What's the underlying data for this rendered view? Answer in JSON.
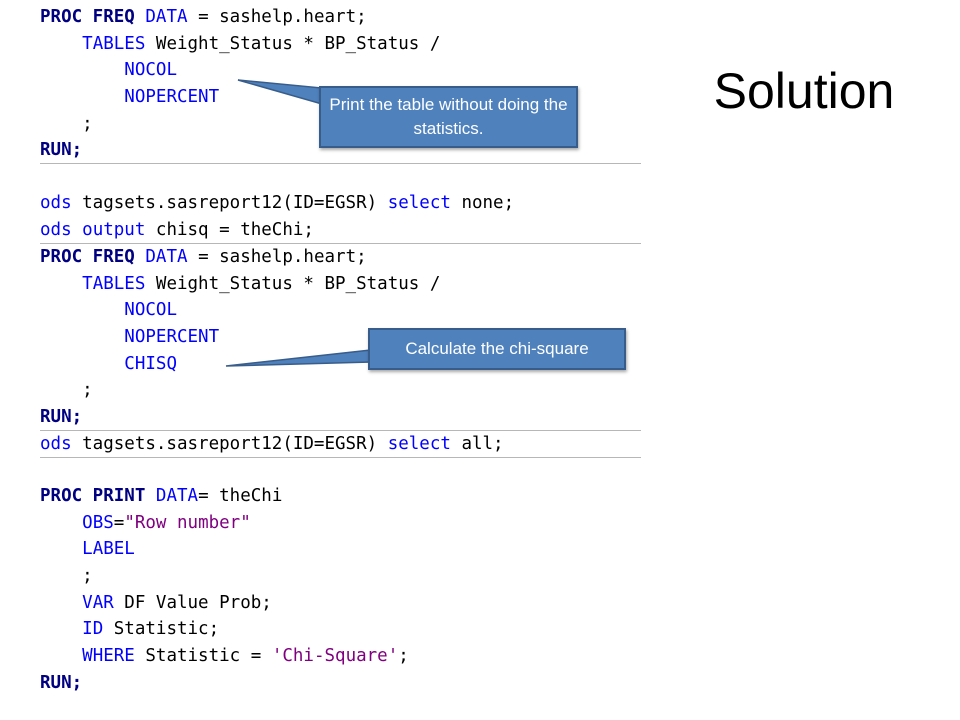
{
  "slide": {
    "title": "Solution"
  },
  "callouts": {
    "first": "Print the table without doing the statistics.",
    "second": "Calculate the chi-square"
  },
  "code_blocks": [
    {
      "id": "block1",
      "lines": [
        [
          {
            "t": "PROC FREQ",
            "c": "kw"
          },
          {
            "t": " ",
            "c": "pl"
          },
          {
            "t": "DATA",
            "c": "bl"
          },
          {
            "t": " = sashelp.heart;",
            "c": "pl"
          }
        ],
        [
          {
            "t": "    ",
            "c": "pl"
          },
          {
            "t": "TABLES",
            "c": "bl"
          },
          {
            "t": " Weight_Status * BP_Status /",
            "c": "pl"
          }
        ],
        [
          {
            "t": "        ",
            "c": "pl"
          },
          {
            "t": "NOCOL",
            "c": "bl"
          }
        ],
        [
          {
            "t": "        ",
            "c": "pl"
          },
          {
            "t": "NOPERCENT",
            "c": "bl"
          }
        ],
        [
          {
            "t": "    ;",
            "c": "pl"
          }
        ],
        [
          {
            "t": "RUN;",
            "c": "kw"
          }
        ]
      ]
    },
    {
      "id": "block2",
      "lines": [
        [
          {
            "t": "ods",
            "c": "bl"
          },
          {
            "t": " tagsets.sasreport12(ID=EGSR) ",
            "c": "pl"
          },
          {
            "t": "select",
            "c": "bl"
          },
          {
            "t": " none;",
            "c": "pl"
          }
        ],
        [
          {
            "t": "ods",
            "c": "bl"
          },
          {
            "t": " ",
            "c": "pl"
          },
          {
            "t": "output",
            "c": "bl"
          },
          {
            "t": " chisq = theChi;",
            "c": "pl"
          }
        ]
      ]
    },
    {
      "id": "block3",
      "lines": [
        [
          {
            "t": "PROC FREQ",
            "c": "kw"
          },
          {
            "t": " ",
            "c": "pl"
          },
          {
            "t": "DATA",
            "c": "bl"
          },
          {
            "t": " = sashelp.heart;",
            "c": "pl"
          }
        ],
        [
          {
            "t": "    ",
            "c": "pl"
          },
          {
            "t": "TABLES",
            "c": "bl"
          },
          {
            "t": " Weight_Status * BP_Status /",
            "c": "pl"
          }
        ],
        [
          {
            "t": "        ",
            "c": "pl"
          },
          {
            "t": "NOCOL",
            "c": "bl"
          }
        ],
        [
          {
            "t": "        ",
            "c": "pl"
          },
          {
            "t": "NOPERCENT",
            "c": "bl"
          }
        ],
        [
          {
            "t": "        ",
            "c": "pl"
          },
          {
            "t": "CHISQ",
            "c": "bl"
          }
        ],
        [
          {
            "t": "    ;",
            "c": "pl"
          }
        ],
        [
          {
            "t": "RUN;",
            "c": "kw"
          }
        ]
      ]
    },
    {
      "id": "block4",
      "lines": [
        [
          {
            "t": "ods",
            "c": "bl"
          },
          {
            "t": " tagsets.sasreport12(ID=EGSR) ",
            "c": "pl"
          },
          {
            "t": "select",
            "c": "bl"
          },
          {
            "t": " all;",
            "c": "pl"
          }
        ]
      ]
    },
    {
      "id": "block5",
      "lines": [
        [
          {
            "t": "PROC PRINT",
            "c": "kw"
          },
          {
            "t": " ",
            "c": "pl"
          },
          {
            "t": "DATA",
            "c": "bl"
          },
          {
            "t": "= theChi",
            "c": "pl"
          }
        ],
        [
          {
            "t": "    ",
            "c": "pl"
          },
          {
            "t": "OBS",
            "c": "bl"
          },
          {
            "t": "=",
            "c": "pl"
          },
          {
            "t": "\"Row number\"",
            "c": "st"
          }
        ],
        [
          {
            "t": "    ",
            "c": "pl"
          },
          {
            "t": "LABEL",
            "c": "bl"
          }
        ],
        [
          {
            "t": "    ;",
            "c": "pl"
          }
        ],
        [
          {
            "t": "    ",
            "c": "pl"
          },
          {
            "t": "VAR",
            "c": "bl"
          },
          {
            "t": " DF Value Prob;",
            "c": "pl"
          }
        ],
        [
          {
            "t": "    ",
            "c": "pl"
          },
          {
            "t": "ID",
            "c": "bl"
          },
          {
            "t": " Statistic;",
            "c": "pl"
          }
        ],
        [
          {
            "t": "    ",
            "c": "pl"
          },
          {
            "t": "WHERE",
            "c": "bl"
          },
          {
            "t": " Statistic = ",
            "c": "pl"
          },
          {
            "t": "'Chi-Square'",
            "c": "st"
          },
          {
            "t": ";",
            "c": "pl"
          }
        ],
        [
          {
            "t": "RUN;",
            "c": "kw"
          }
        ]
      ]
    }
  ],
  "colors": {
    "callout_fill": "#4f81bd",
    "callout_border": "#385d8a",
    "keyword": "#000080",
    "sas_blue": "#0000ff",
    "string": "#800080"
  }
}
